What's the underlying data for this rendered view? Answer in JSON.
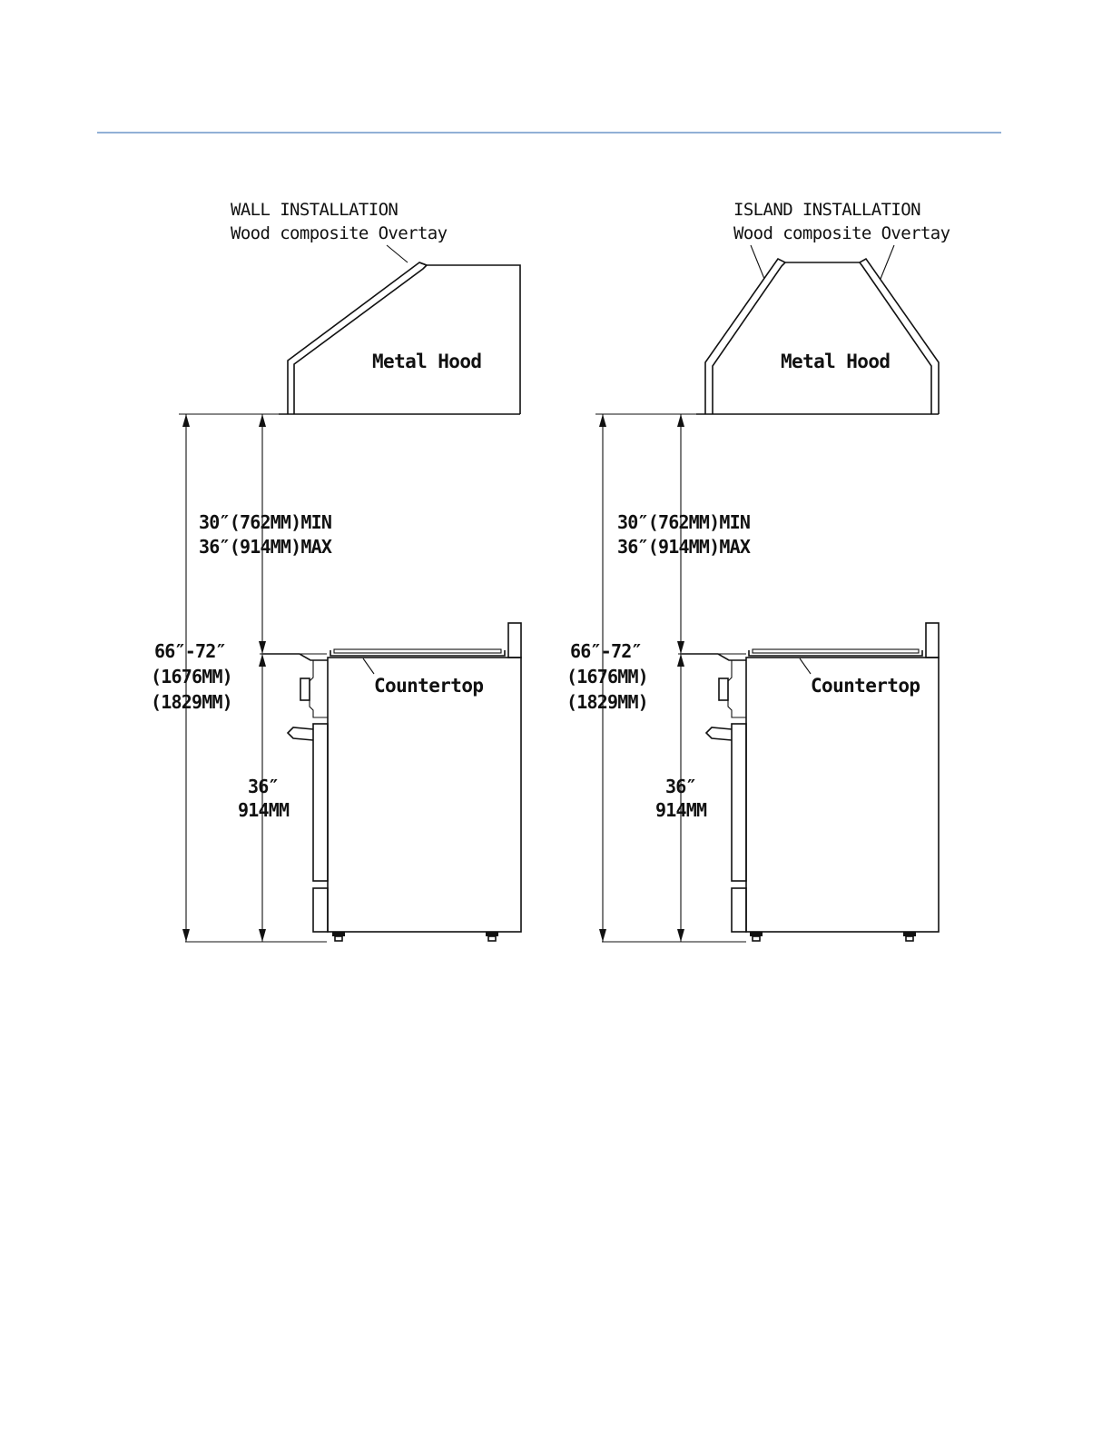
{
  "header_rule_color": "#4f81bd",
  "panels": [
    {
      "id": "wall",
      "title": "WALL INSTALLATION",
      "overlay_label": "Wood composite Overtay",
      "hood_label": "Metal Hood",
      "clearance_min": "30″(762MM)MIN",
      "clearance_max": "36″(914MM)MAX",
      "total_range": "66″-72″",
      "total_mm_low": "(1676MM)",
      "total_mm_high": "(1829MM)",
      "counter_label": "Countertop",
      "counter_height": "36″",
      "counter_height_mm": "914MM"
    },
    {
      "id": "island",
      "title": "ISLAND INSTALLATION",
      "overlay_label": "Wood composite Overtay",
      "hood_label": "Metal Hood",
      "clearance_min": "30″(762MM)MIN",
      "clearance_max": "36″(914MM)MAX",
      "total_range": "66″-72″",
      "total_mm_low": "(1676MM)",
      "total_mm_high": "(1829MM)",
      "counter_label": "Countertop",
      "counter_height": "36″",
      "counter_height_mm": "914MM"
    }
  ]
}
